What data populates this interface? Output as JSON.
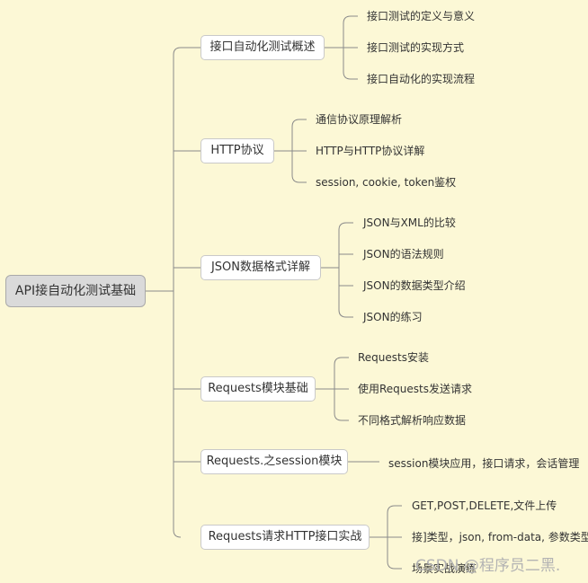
{
  "root": {
    "label": "API接自动化测试基础"
  },
  "branches": [
    {
      "label": "接口自动化测试概述",
      "children": [
        "接口测试的定义与意义",
        "接口测试的实现方式",
        "接口自动化的实现流程"
      ]
    },
    {
      "label": "HTTP协议",
      "children": [
        "通信协议原理解析",
        "HTTP与HTTP协议详解",
        "session, cookie, token鉴权"
      ]
    },
    {
      "label": "JSON数据格式详解",
      "children": [
        "JSON与XML的比较",
        "JSON的语法规则",
        "JSON的数据类型介绍",
        "JSON的练习"
      ]
    },
    {
      "label": "Requests模块基础",
      "children": [
        "Requests安装",
        "使用Requests发送请求",
        "不同格式解析响应数据"
      ]
    },
    {
      "label": "Requests.之session模块",
      "children": [
        "session模块应用，接口请求，会话管理"
      ]
    },
    {
      "label": "Requests请求HTTP接口实战",
      "children": [
        "GET,POST,DELETE,文件上传",
        "接]类型，json, from-data, 参数类型",
        "场景实战演练"
      ]
    }
  ],
  "watermark": "CSDN @程序员二黑."
}
